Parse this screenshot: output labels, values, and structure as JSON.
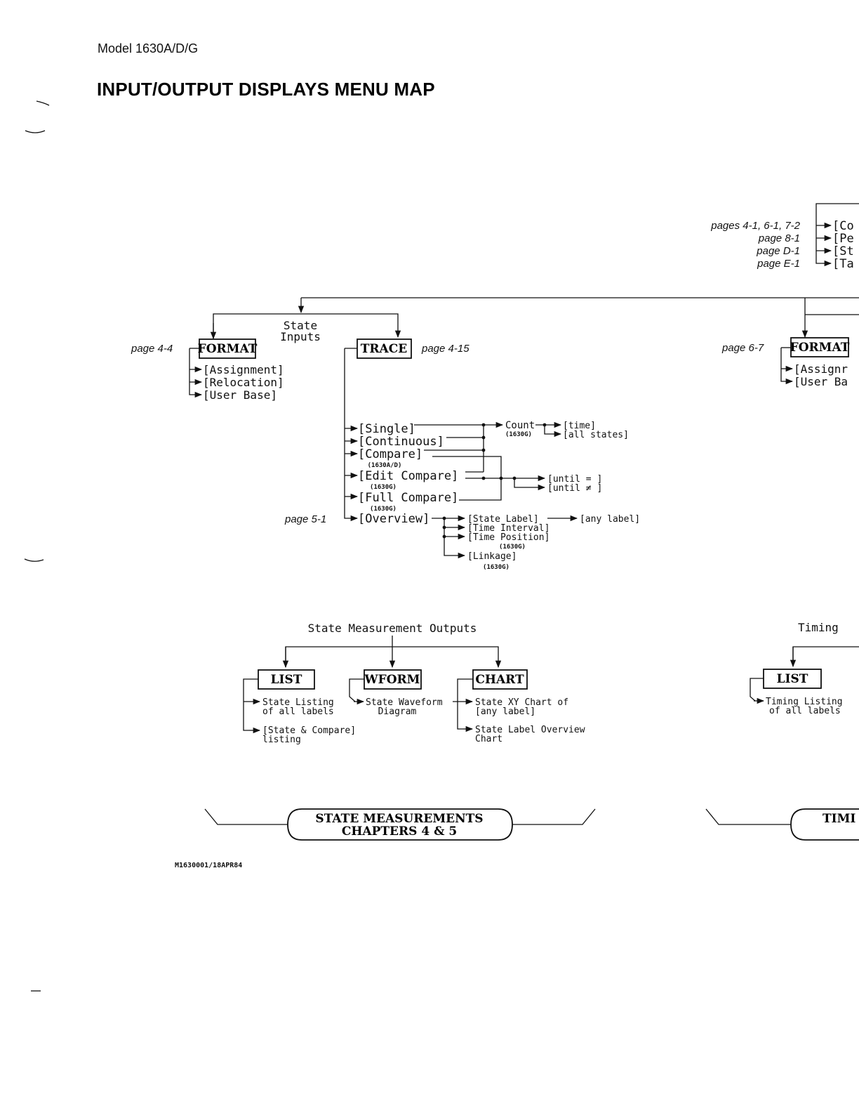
{
  "header": {
    "model": "Model 1630A/D/G",
    "title": "INPUT/OUTPUT DISPLAYS MENU MAP"
  },
  "top_right": {
    "pages": [
      "pages 4-1, 6-1, 7-2",
      "page 8-1",
      "page D-1",
      "page E-1"
    ],
    "items": [
      "[Co",
      "[Pe",
      "[St",
      "[Ta"
    ]
  },
  "state_inputs": {
    "label_line1": "State",
    "label_line2": "Inputs",
    "format": {
      "page": "page 4-4",
      "box": "FORMAT",
      "items": [
        "[Assignment]",
        "[Relocation]",
        "[User Base]"
      ]
    },
    "trace": {
      "page": "page 4-15",
      "box": "TRACE",
      "items": [
        "[Single]",
        "[Continuous]",
        "[Compare]",
        "[Edit Compare]",
        "[Full Compare]",
        "[Overview]"
      ],
      "notes": [
        "(1630A/D)",
        "(1630G)",
        "(1630G)"
      ],
      "count": "Count",
      "count_note": "(1630G)",
      "count_items": [
        "[time]",
        "[all states]"
      ],
      "until_items": [
        "[until = ]",
        "[until ≠ ]"
      ],
      "overview_page": "page 5-1",
      "overview_items": [
        "[State Label]",
        "[Time Interval]",
        "[Time Position]",
        "[Linkage]"
      ],
      "overview_notes": [
        "(1630G)",
        "(1630G)"
      ],
      "any_label": "[any label]"
    }
  },
  "timing_inputs": {
    "format": {
      "page": "page 6-7",
      "box": "FORMAT",
      "items": [
        "[Assignr",
        "[User Ba"
      ]
    }
  },
  "state_outputs": {
    "title": "State Measurement Outputs",
    "list": {
      "box": "LIST",
      "items": [
        [
          "State Listing",
          "of all labels"
        ],
        [
          "[State & Compare]",
          "listing"
        ]
      ]
    },
    "wform": {
      "box": "WFORM",
      "items": [
        [
          "State Waveform",
          "Diagram"
        ]
      ]
    },
    "chart": {
      "box": "CHART",
      "items": [
        [
          "State XY Chart of",
          "[any label]"
        ],
        [
          "State Label Overview",
          "Chart"
        ]
      ]
    }
  },
  "timing_outputs": {
    "title": "Timing",
    "list": {
      "box": "LIST",
      "items": [
        [
          "Timing Listing",
          "of all labels"
        ]
      ]
    }
  },
  "banners": {
    "state_line1": "STATE MEASUREMENTS",
    "state_line2": "CHAPTERS 4 & 5",
    "timing_fragment": "TIMI"
  },
  "footer_code": "M1630001/18APR84"
}
